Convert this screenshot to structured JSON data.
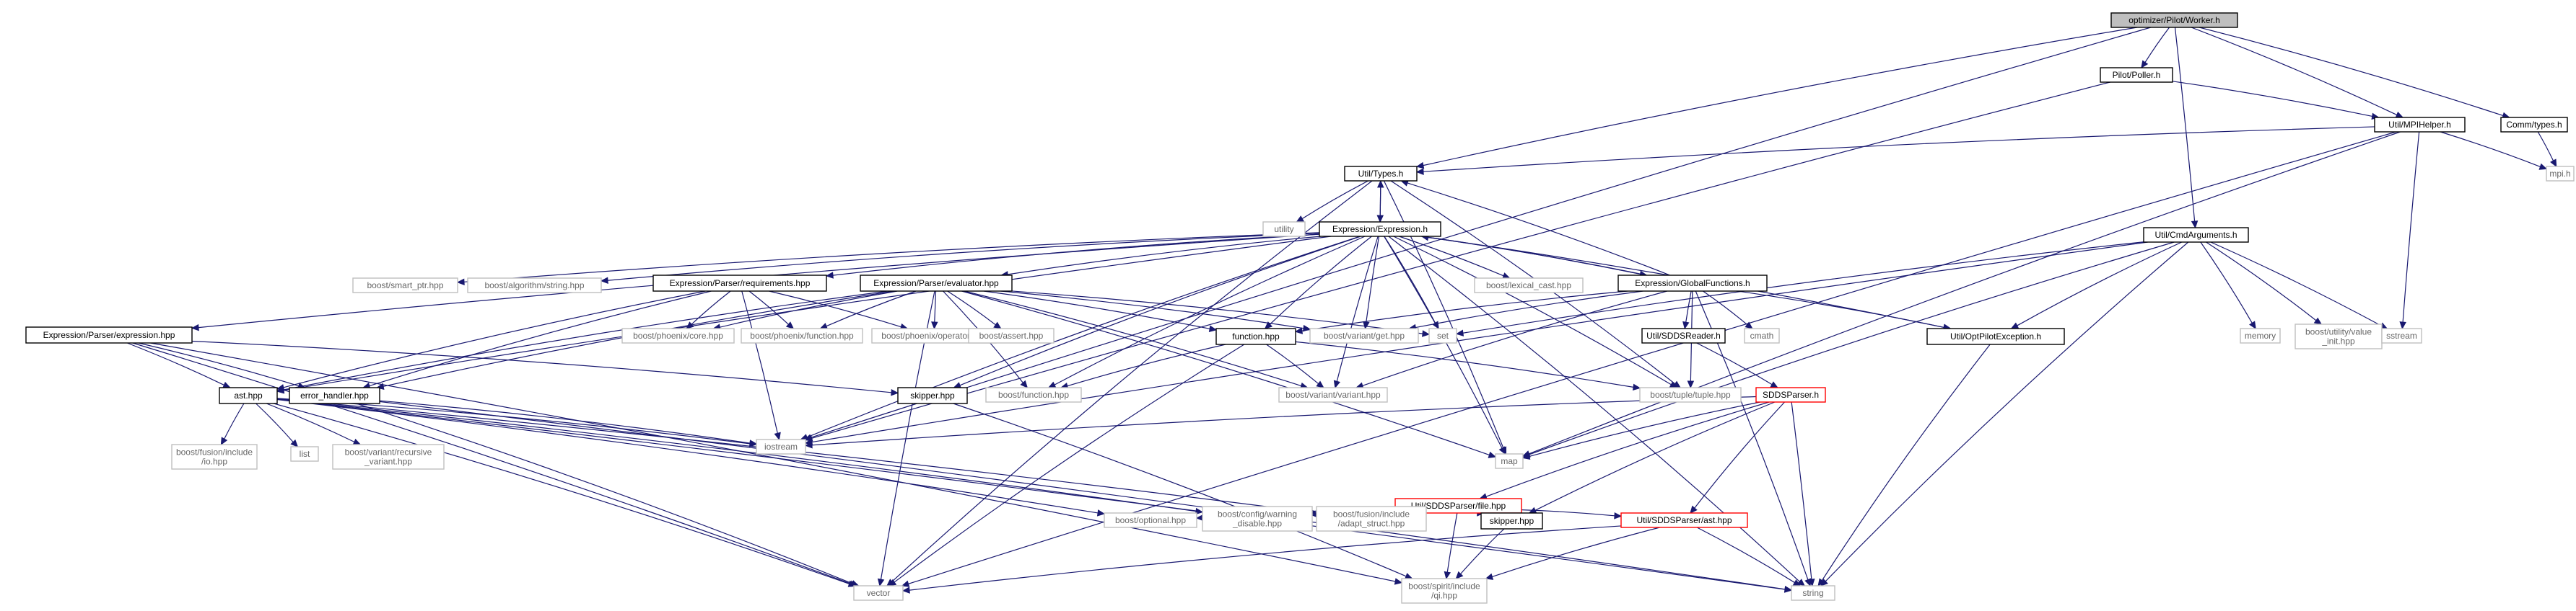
{
  "root": "optimizer/Pilot/Worker.h",
  "nodes": {
    "worker": {
      "label": [
        "optimizer/Pilot/Worker.h"
      ],
      "style": "root"
    },
    "poller": {
      "label": [
        "Pilot/Poller.h"
      ],
      "style": "int"
    },
    "mpihelper": {
      "label": [
        "Util/MPIHelper.h"
      ],
      "style": "int"
    },
    "commtypes": {
      "label": [
        "Comm/types.h"
      ],
      "style": "int"
    },
    "utiltypes": {
      "label": [
        "Util/Types.h"
      ],
      "style": "int"
    },
    "mpi": {
      "label": [
        "mpi.h"
      ],
      "style": "ext"
    },
    "utility": {
      "label": [
        "utility"
      ],
      "style": "ext"
    },
    "expression": {
      "label": [
        "Expression/Expression.h"
      ],
      "style": "int"
    },
    "cmdargs": {
      "label": [
        "Util/CmdArguments.h"
      ],
      "style": "int"
    },
    "smartptr": {
      "label": [
        "boost/smart_ptr.hpp"
      ],
      "style": "ext"
    },
    "algostring": {
      "label": [
        "boost/algorithm/string.hpp"
      ],
      "style": "ext"
    },
    "requirements": {
      "label": [
        "Expression/Parser/requirements.hpp"
      ],
      "style": "int"
    },
    "evaluator": {
      "label": [
        "Expression/Parser/evaluator.hpp"
      ],
      "style": "int"
    },
    "lexicalcast": {
      "label": [
        "boost/lexical_cast.hpp"
      ],
      "style": "ext"
    },
    "globalfunc": {
      "label": [
        "Expression/GlobalFunctions.h"
      ],
      "style": "int"
    },
    "parserexpr": {
      "label": [
        "Expression/Parser/expression.hpp"
      ],
      "style": "int"
    },
    "phoenixcore": {
      "label": [
        "boost/phoenix/core.hpp"
      ],
      "style": "ext"
    },
    "phoenixfunc": {
      "label": [
        "boost/phoenix/function.hpp"
      ],
      "style": "ext"
    },
    "phoenixop": {
      "label": [
        "boost/phoenix/operator.hpp"
      ],
      "style": "ext"
    },
    "boostassert": {
      "label": [
        "boost/assert.hpp"
      ],
      "style": "ext"
    },
    "functionhpp": {
      "label": [
        "function.hpp"
      ],
      "style": "int"
    },
    "variantget": {
      "label": [
        "boost/variant/get.hpp"
      ],
      "style": "ext"
    },
    "set": {
      "label": [
        "set"
      ],
      "style": "ext"
    },
    "sddsreader": {
      "label": [
        "Util/SDDSReader.h"
      ],
      "style": "int"
    },
    "cmath": {
      "label": [
        "cmath"
      ],
      "style": "ext"
    },
    "optpilotexc": {
      "label": [
        "Util/OptPilotException.h"
      ],
      "style": "int"
    },
    "memory": {
      "label": [
        "memory"
      ],
      "style": "ext"
    },
    "valueinit": {
      "label": [
        "boost/utility/value",
        "_init.hpp"
      ],
      "style": "ext"
    },
    "sstream": {
      "label": [
        "sstream"
      ],
      "style": "ext"
    },
    "asthpp": {
      "label": [
        "ast.hpp"
      ],
      "style": "int"
    },
    "errorhandler": {
      "label": [
        "error_handler.hpp"
      ],
      "style": "int"
    },
    "boostfunction": {
      "label": [
        "boost/function.hpp"
      ],
      "style": "ext"
    },
    "skipper1": {
      "label": [
        "skipper.hpp"
      ],
      "style": "int"
    },
    "variantvariant": {
      "label": [
        "boost/variant/variant.hpp"
      ],
      "style": "ext"
    },
    "tuple": {
      "label": [
        "boost/tuple/tuple.hpp"
      ],
      "style": "ext"
    },
    "sddsparser": {
      "label": [
        "SDDSParser.h"
      ],
      "style": "red"
    },
    "map": {
      "label": [
        "map"
      ],
      "style": "ext"
    },
    "iostream": {
      "label": [
        "iostream"
      ],
      "style": "ext"
    },
    "fusionio": {
      "label": [
        "boost/fusion/include",
        "/io.hpp"
      ],
      "style": "ext"
    },
    "list": {
      "label": [
        "list"
      ],
      "style": "ext"
    },
    "recvariant": {
      "label": [
        "boost/variant/recursive",
        "_variant.hpp"
      ],
      "style": "ext"
    },
    "sddsfile": {
      "label": [
        "Util/SDDSParser/file.hpp"
      ],
      "style": "red"
    },
    "optional": {
      "label": [
        "boost/optional.hpp"
      ],
      "style": "ext"
    },
    "warningdisable": {
      "label": [
        "boost/config/warning",
        "_disable.hpp"
      ],
      "style": "ext"
    },
    "adaptstruct": {
      "label": [
        "boost/fusion/include",
        "/adapt_struct.hpp"
      ],
      "style": "ext"
    },
    "skipper2": {
      "label": [
        "skipper.hpp"
      ],
      "style": "int"
    },
    "sddsast": {
      "label": [
        "Util/SDDSParser/ast.hpp"
      ],
      "style": "red"
    },
    "vector": {
      "label": [
        "vector"
      ],
      "style": "ext"
    },
    "string": {
      "label": [
        "string"
      ],
      "style": "ext"
    },
    "qi": {
      "label": [
        "boost/spirit/include",
        "/qi.hpp"
      ],
      "style": "ext"
    }
  },
  "edges": [
    [
      "worker",
      "poller"
    ],
    [
      "worker",
      "mpihelper"
    ],
    [
      "worker",
      "commtypes"
    ],
    [
      "worker",
      "utiltypes"
    ],
    [
      "worker",
      "cmdargs"
    ],
    [
      "worker",
      "iostream"
    ],
    [
      "poller",
      "mpihelper"
    ],
    [
      "poller",
      "iostream"
    ],
    [
      "mpihelper",
      "utiltypes"
    ],
    [
      "mpihelper",
      "mpi"
    ],
    [
      "mpihelper",
      "sstream"
    ],
    [
      "mpihelper",
      "map"
    ],
    [
      "mpihelper",
      "vector"
    ],
    [
      "commtypes",
      "mpi"
    ],
    [
      "utiltypes",
      "utility"
    ],
    [
      "utiltypes",
      "expression"
    ],
    [
      "utiltypes",
      "vector"
    ],
    [
      "utiltypes",
      "map"
    ],
    [
      "utiltypes",
      "tuple"
    ],
    [
      "expression",
      "utiltypes"
    ],
    [
      "expression",
      "smartptr"
    ],
    [
      "expression",
      "algostring"
    ],
    [
      "expression",
      "requirements"
    ],
    [
      "expression",
      "evaluator"
    ],
    [
      "expression",
      "lexicalcast"
    ],
    [
      "expression",
      "globalfunc"
    ],
    [
      "expression",
      "parserexpr"
    ],
    [
      "expression",
      "asthpp"
    ],
    [
      "expression",
      "functionhpp"
    ],
    [
      "expression",
      "variantget"
    ],
    [
      "expression",
      "set"
    ],
    [
      "expression",
      "optpilotexc"
    ],
    [
      "expression",
      "skipper1"
    ],
    [
      "expression",
      "variantvariant"
    ],
    [
      "expression",
      "tuple"
    ],
    [
      "expression",
      "map"
    ],
    [
      "expression",
      "string"
    ],
    [
      "expression",
      "boostfunction"
    ],
    [
      "expression",
      "iostream"
    ],
    [
      "requirements",
      "phoenixcore"
    ],
    [
      "requirements",
      "phoenixfunc"
    ],
    [
      "requirements",
      "phoenixop"
    ],
    [
      "requirements",
      "asthpp"
    ],
    [
      "requirements",
      "errorhandler"
    ],
    [
      "requirements",
      "iostream"
    ],
    [
      "evaluator",
      "phoenixcore"
    ],
    [
      "evaluator",
      "phoenixfunc"
    ],
    [
      "evaluator",
      "phoenixop"
    ],
    [
      "evaluator",
      "boostassert"
    ],
    [
      "evaluator",
      "functionhpp"
    ],
    [
      "evaluator",
      "variantget"
    ],
    [
      "evaluator",
      "set"
    ],
    [
      "evaluator",
      "asthpp"
    ],
    [
      "evaluator",
      "errorhandler"
    ],
    [
      "evaluator",
      "boostfunction"
    ],
    [
      "evaluator",
      "variantvariant"
    ],
    [
      "evaluator",
      "map"
    ],
    [
      "evaluator",
      "vector"
    ],
    [
      "globalfunc",
      "expression"
    ],
    [
      "globalfunc",
      "utiltypes"
    ],
    [
      "globalfunc",
      "sddsreader"
    ],
    [
      "globalfunc",
      "cmath"
    ],
    [
      "globalfunc",
      "optpilotexc"
    ],
    [
      "globalfunc",
      "variantget"
    ],
    [
      "globalfunc",
      "functionhpp"
    ],
    [
      "globalfunc",
      "tuple"
    ],
    [
      "globalfunc",
      "string"
    ],
    [
      "globalfunc",
      "variantvariant"
    ],
    [
      "parserexpr",
      "asthpp"
    ],
    [
      "parserexpr",
      "errorhandler"
    ],
    [
      "parserexpr",
      "skipper1"
    ],
    [
      "parserexpr",
      "vector"
    ],
    [
      "parserexpr",
      "qi"
    ],
    [
      "functionhpp",
      "boostfunction"
    ],
    [
      "functionhpp",
      "variantvariant"
    ],
    [
      "functionhpp",
      "tuple"
    ],
    [
      "functionhpp",
      "vector"
    ],
    [
      "sddsreader",
      "sddsparser"
    ],
    [
      "optpilotexc",
      "string"
    ],
    [
      "cmdargs",
      "memory"
    ],
    [
      "cmdargs",
      "valueinit"
    ],
    [
      "cmdargs",
      "sstream"
    ],
    [
      "cmdargs",
      "optpilotexc"
    ],
    [
      "cmdargs",
      "set"
    ],
    [
      "cmdargs",
      "map"
    ],
    [
      "cmdargs",
      "string"
    ],
    [
      "cmdargs",
      "iostream"
    ],
    [
      "asthpp",
      "fusionio"
    ],
    [
      "asthpp",
      "list"
    ],
    [
      "asthpp",
      "recvariant"
    ],
    [
      "asthpp",
      "iostream"
    ],
    [
      "asthpp",
      "optional"
    ],
    [
      "asthpp",
      "warningdisable"
    ],
    [
      "asthpp",
      "adaptstruct"
    ],
    [
      "asthpp",
      "vector"
    ],
    [
      "asthpp",
      "string"
    ],
    [
      "errorhandler",
      "iostream"
    ],
    [
      "errorhandler",
      "vector"
    ],
    [
      "errorhandler",
      "string"
    ],
    [
      "skipper1",
      "qi"
    ],
    [
      "sddsparser",
      "sddsfile"
    ],
    [
      "sddsparser",
      "skipper2"
    ],
    [
      "sddsparser",
      "sddsast"
    ],
    [
      "sddsparser",
      "map"
    ],
    [
      "sddsparser",
      "iostream"
    ],
    [
      "sddsparser",
      "string"
    ],
    [
      "sddsfile",
      "optional"
    ],
    [
      "sddsfile",
      "warningdisable"
    ],
    [
      "sddsfile",
      "adaptstruct"
    ],
    [
      "sddsfile",
      "skipper2"
    ],
    [
      "sddsfile",
      "sddsast"
    ],
    [
      "sddsfile",
      "qi"
    ],
    [
      "skipper2",
      "qi"
    ],
    [
      "sddsast",
      "vector"
    ],
    [
      "sddsast",
      "string"
    ],
    [
      "sddsast",
      "qi"
    ]
  ]
}
